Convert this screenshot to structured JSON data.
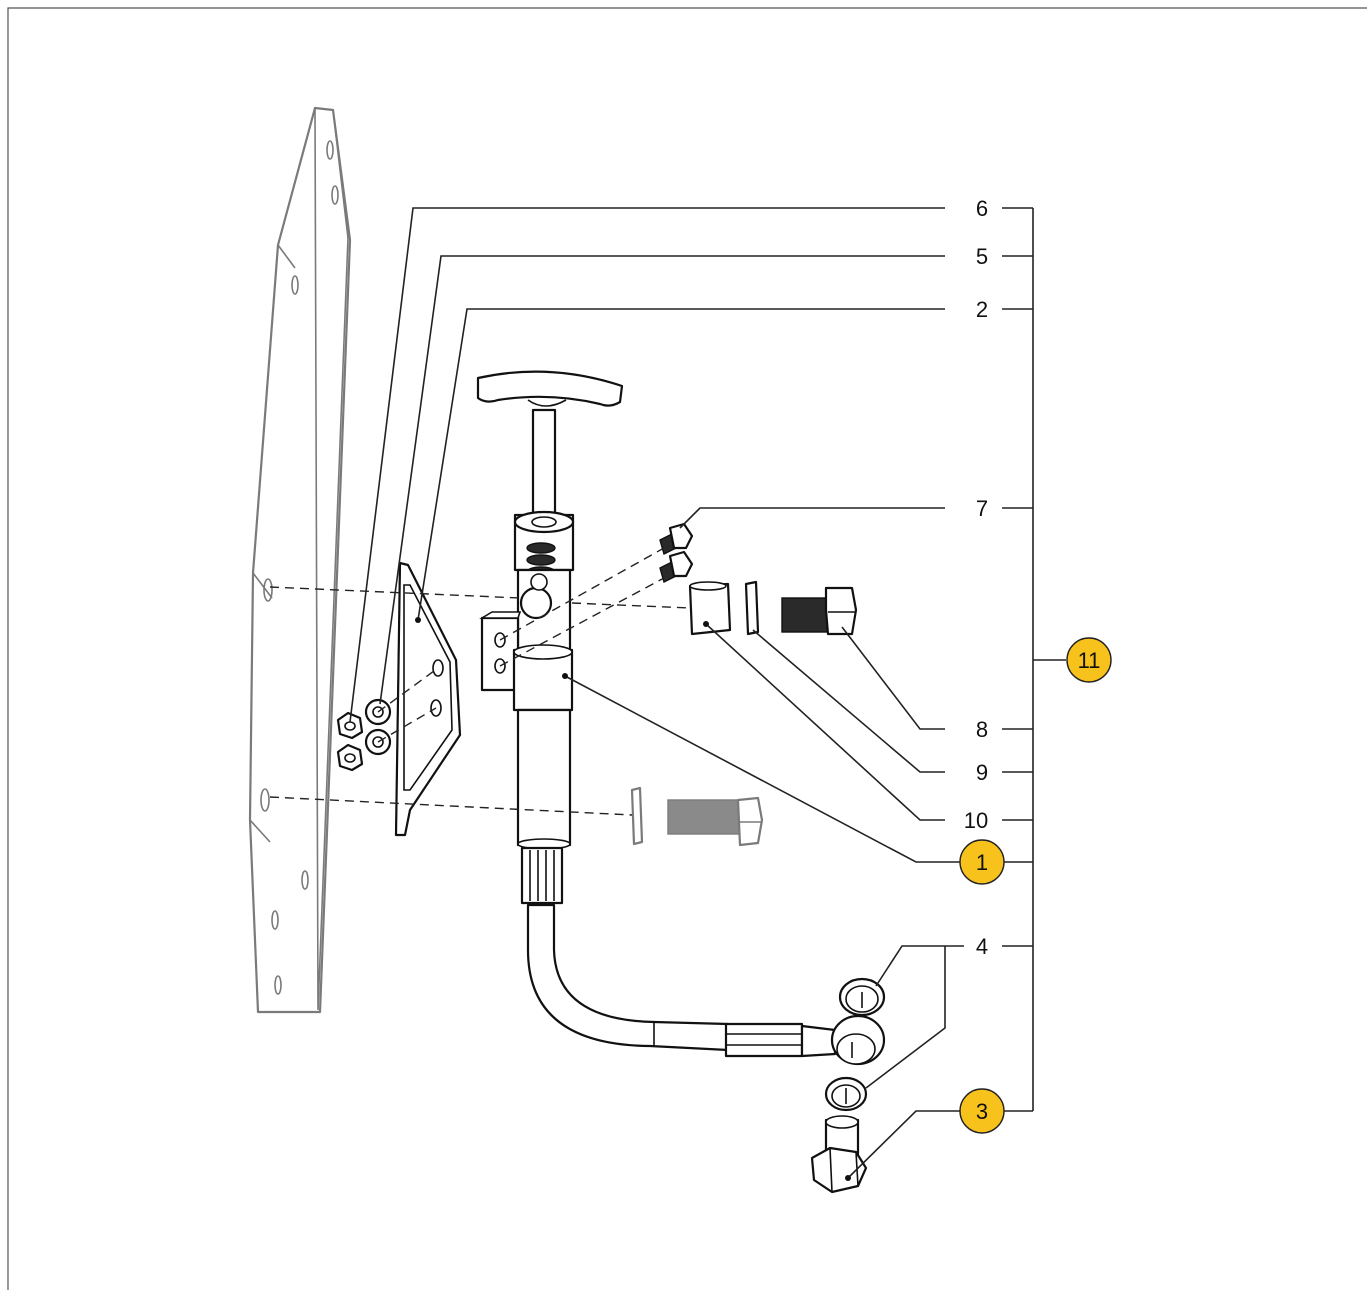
{
  "callouts": [
    {
      "id": "6",
      "text": "6",
      "highlight": false
    },
    {
      "id": "5",
      "text": "5",
      "highlight": false
    },
    {
      "id": "2",
      "text": "2",
      "highlight": false
    },
    {
      "id": "7",
      "text": "7",
      "highlight": false
    },
    {
      "id": "8",
      "text": "8",
      "highlight": false
    },
    {
      "id": "9",
      "text": "9",
      "highlight": false
    },
    {
      "id": "10",
      "text": "10",
      "highlight": false
    },
    {
      "id": "1",
      "text": "1",
      "highlight": true
    },
    {
      "id": "4",
      "text": "4",
      "highlight": false
    },
    {
      "id": "3",
      "text": "3",
      "highlight": true
    },
    {
      "id": "11",
      "text": "11",
      "highlight": true
    }
  ],
  "colors": {
    "highlight_badge": "#f7c21b",
    "line": "#111111",
    "ghost_part": "#7a7a7a"
  }
}
